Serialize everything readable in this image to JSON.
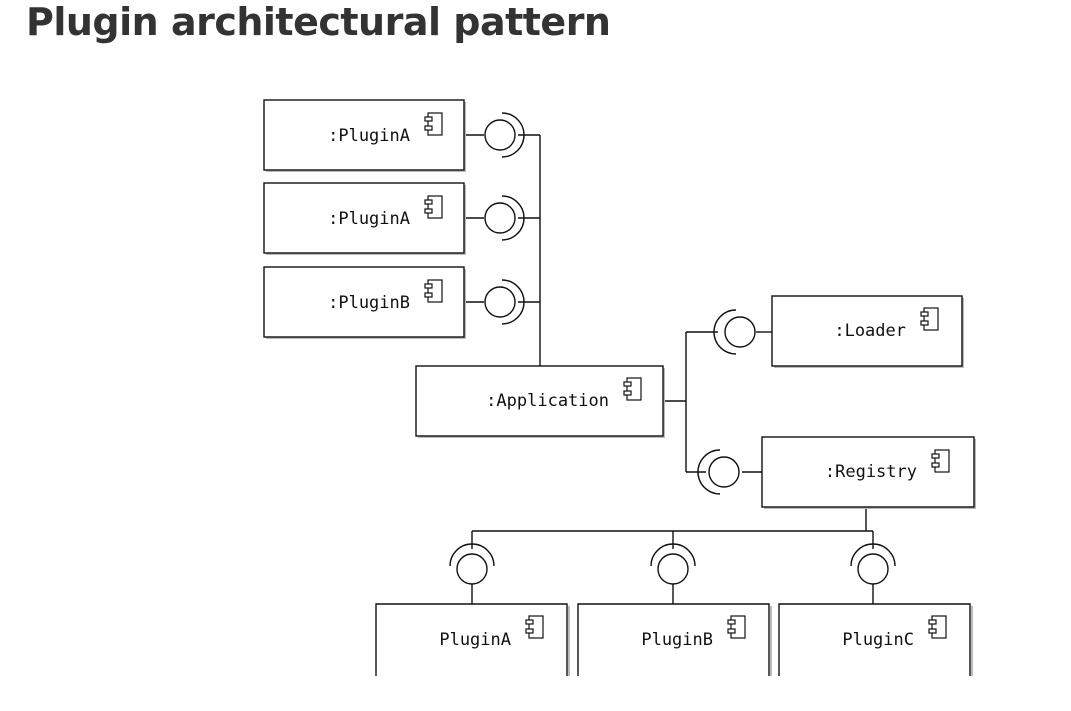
{
  "page": {
    "title": "Plugin architectural pattern"
  },
  "components": [
    {
      "id": "plugin-a-1",
      "label": ":PluginA"
    },
    {
      "id": "plugin-a-2",
      "label": ":PluginA"
    },
    {
      "id": "plugin-b-1",
      "label": ":PluginB"
    },
    {
      "id": "application",
      "label": ":Application"
    },
    {
      "id": "loader",
      "label": ":Loader"
    },
    {
      "id": "registry",
      "label": ":Registry"
    },
    {
      "id": "plugin-a-type",
      "label": "PluginA"
    },
    {
      "id": "plugin-b-type",
      "label": "PluginB"
    },
    {
      "id": "plugin-c-type",
      "label": "PluginC"
    }
  ],
  "icons": {
    "component": "uml-component-icon",
    "interface": "uml-ball-socket"
  },
  "colors": {
    "stroke": "#111111",
    "title": "#333333",
    "shadow": "#bbbbbb"
  }
}
